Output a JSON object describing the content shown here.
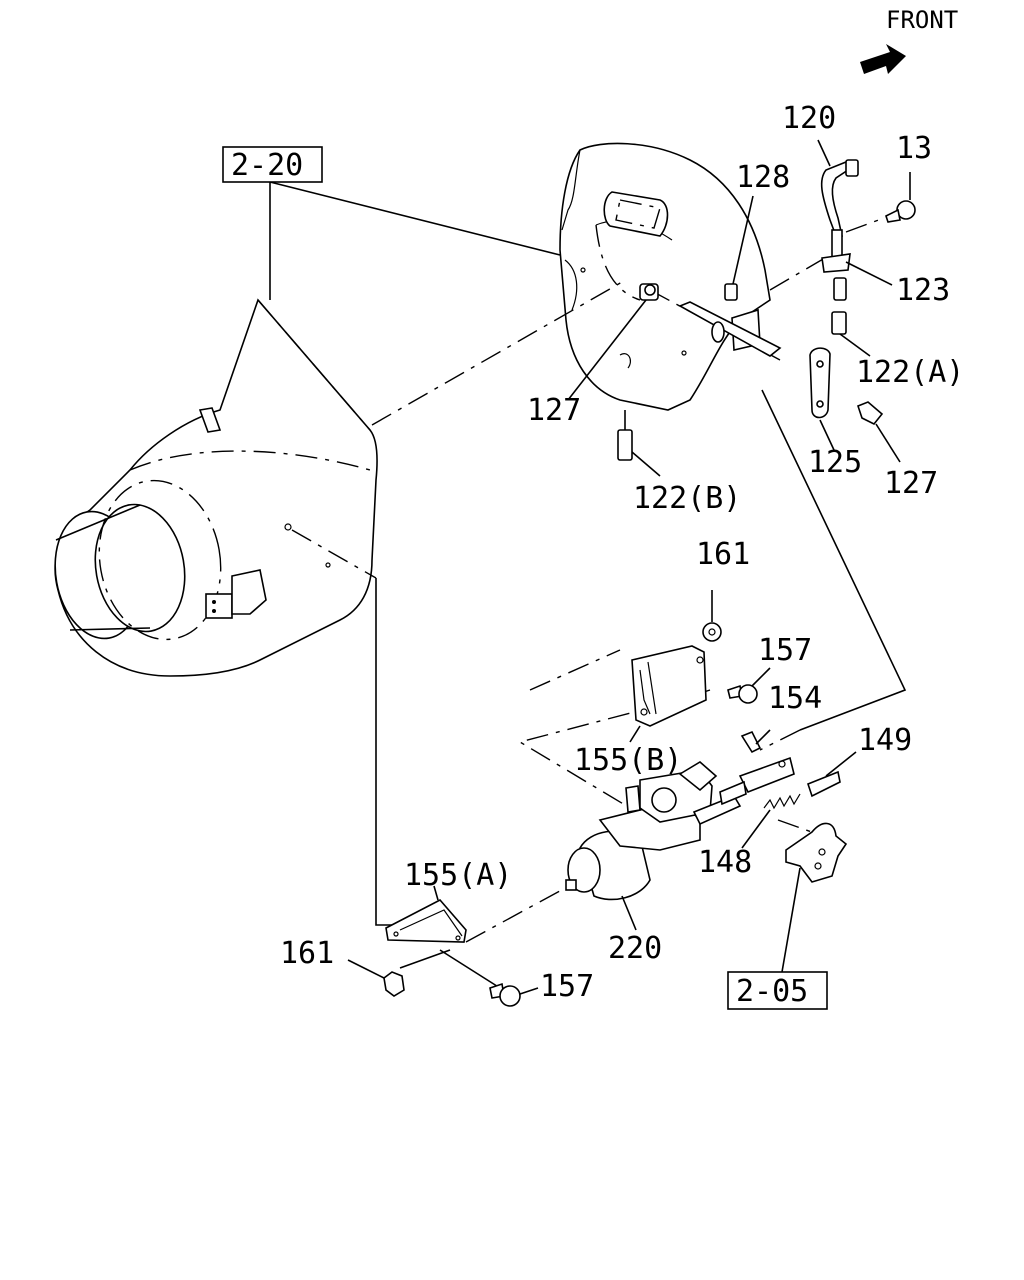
{
  "orientation": {
    "label": "FRONT",
    "icon": "front-arrow-icon"
  },
  "references": [
    {
      "id": "ref-2-20",
      "text": "2-20"
    },
    {
      "id": "ref-2-05",
      "text": "2-05"
    }
  ],
  "callouts": [
    {
      "id": "c120",
      "text": "120"
    },
    {
      "id": "c13",
      "text": "13"
    },
    {
      "id": "c128",
      "text": "128"
    },
    {
      "id": "c123",
      "text": "123"
    },
    {
      "id": "c122a",
      "text": "122(A)"
    },
    {
      "id": "c127a",
      "text": "127"
    },
    {
      "id": "c125",
      "text": "125"
    },
    {
      "id": "c127b",
      "text": "127"
    },
    {
      "id": "c122b",
      "text": "122(B)"
    },
    {
      "id": "c161a",
      "text": "161"
    },
    {
      "id": "c157a",
      "text": "157"
    },
    {
      "id": "c154",
      "text": "154"
    },
    {
      "id": "c155b",
      "text": "155(B)"
    },
    {
      "id": "c149",
      "text": "149"
    },
    {
      "id": "c148",
      "text": "148"
    },
    {
      "id": "c155a",
      "text": "155(A)"
    },
    {
      "id": "c220",
      "text": "220"
    },
    {
      "id": "c161b",
      "text": "161"
    },
    {
      "id": "c157b",
      "text": "157"
    }
  ]
}
